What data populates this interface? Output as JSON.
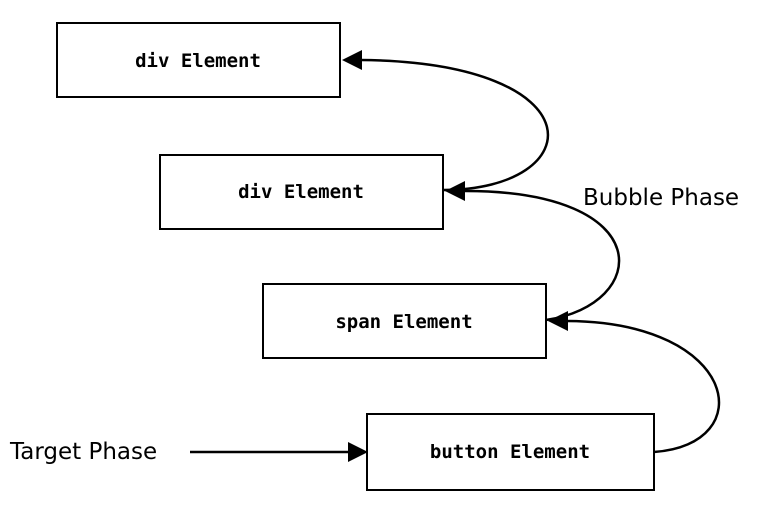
{
  "boxes": [
    {
      "label": "div Element"
    },
    {
      "label": "div Element"
    },
    {
      "label": "span Element"
    },
    {
      "label": "button Element"
    }
  ],
  "labels": {
    "bubble_phase": "Bubble Phase",
    "target_phase": "Target Phase"
  }
}
